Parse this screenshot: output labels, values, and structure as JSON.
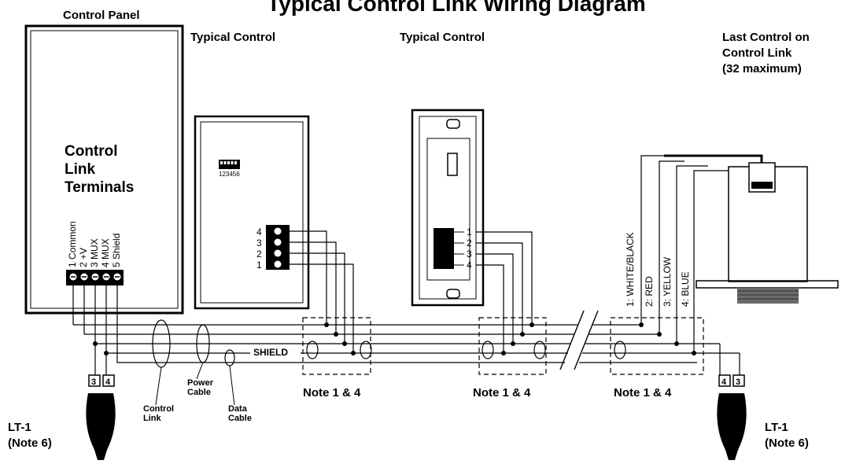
{
  "title": "Typical Control Link Wiring Diagram",
  "control_panel": {
    "label": "Control Panel",
    "terminals_title": [
      "Control",
      "Link",
      "Terminals"
    ],
    "terminals": [
      {
        "num": "1",
        "name": "Common"
      },
      {
        "num": "2",
        "name": "+V"
      },
      {
        "num": "3",
        "name": "MUX"
      },
      {
        "num": "4",
        "name": "MUX"
      },
      {
        "num": "5",
        "name": "Shield"
      }
    ]
  },
  "device1": {
    "label": "Typical Control",
    "dip": "123456",
    "terminals": [
      "4",
      "3",
      "2",
      "1"
    ]
  },
  "device2": {
    "label": "Typical Control",
    "terminals": [
      "1",
      "2",
      "3",
      "4"
    ]
  },
  "last_control": {
    "label": [
      "Last Control on",
      "Control Link",
      "(32 maximum)"
    ],
    "wires": [
      "1: WHITE/BLACK",
      "2: RED",
      "3: YELLOW",
      "4: BLUE"
    ]
  },
  "shield_label": "SHIELD",
  "cables": {
    "power": [
      "Power",
      "Cable"
    ],
    "control": [
      "Control",
      "Link"
    ],
    "data": [
      "Data",
      "Cable"
    ]
  },
  "notes": [
    "Note 1 & 4",
    "Note 1 & 4",
    "Note 1 & 4"
  ],
  "lt_left": {
    "label": "LT-1",
    "note": "(Note 6)",
    "pins": [
      "3",
      "4"
    ]
  },
  "lt_right": {
    "label": "LT-1",
    "note": "(Note 6)",
    "pins": [
      "4",
      "3"
    ]
  }
}
